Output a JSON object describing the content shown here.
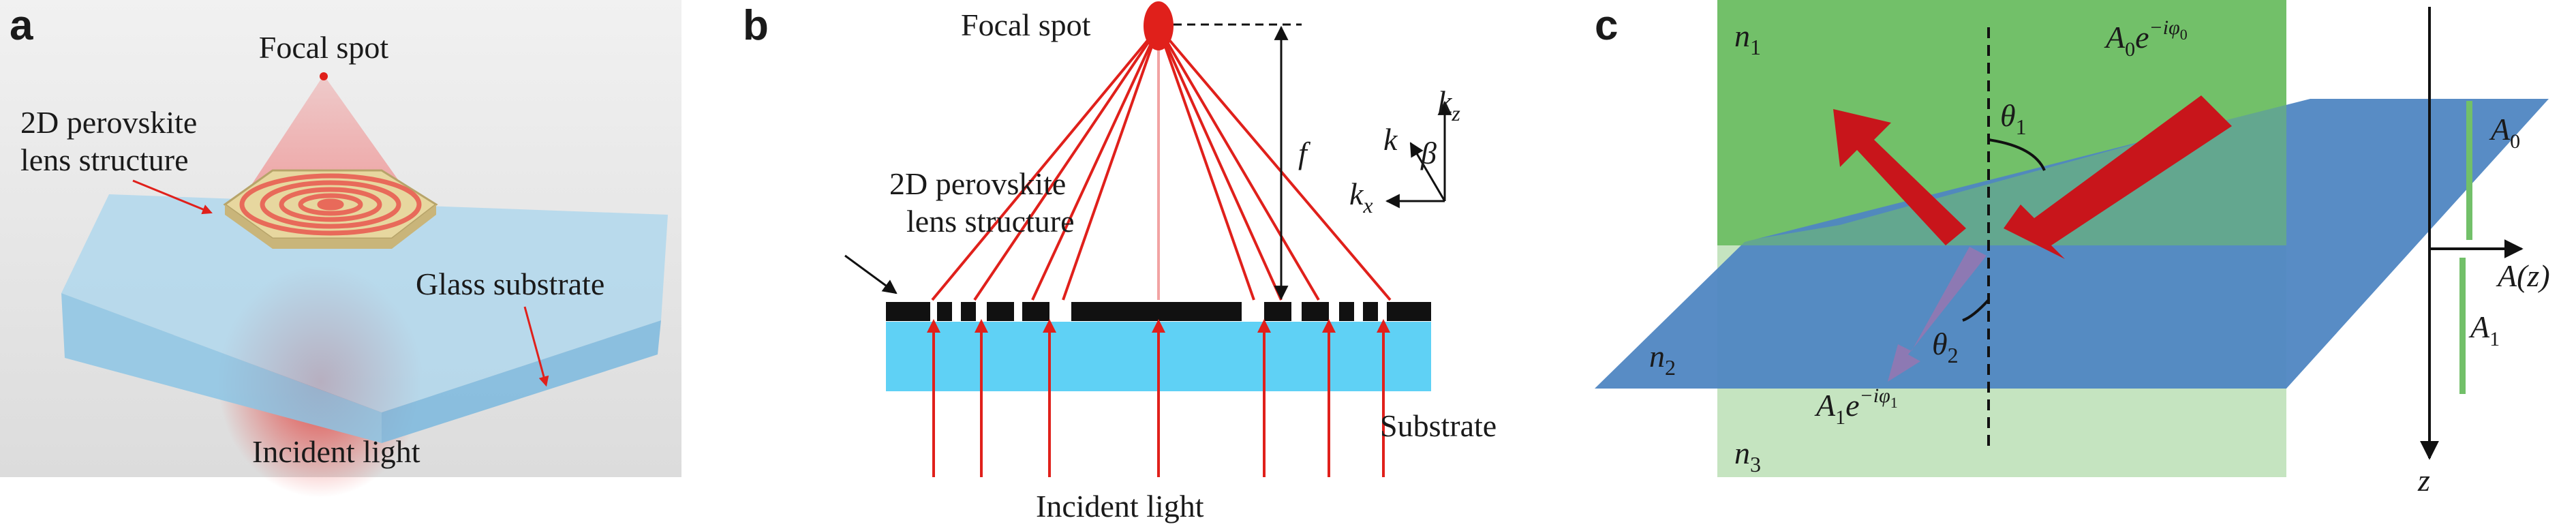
{
  "panels": {
    "a": {
      "letter": "a",
      "focal_spot": "Focal spot",
      "lens_label_line1": "2D perovskite",
      "lens_label_line2": "lens structure",
      "glass_label": "Glass substrate",
      "incident_label": "Incident light"
    },
    "b": {
      "letter": "b",
      "focal_spot": "Focal spot",
      "lens_label_line1": "2D perovskite",
      "lens_label_line2": "lens structure",
      "substrate_label": "Substrate",
      "incident_label": "Incident light",
      "focal_length": "f",
      "axis_k": "k",
      "axis_kz": "k",
      "axis_kz_sub": "z",
      "axis_kx": "k",
      "axis_kx_sub": "x",
      "angle_beta": "β"
    },
    "c": {
      "letter": "c",
      "n1": "n",
      "n1_sub": "1",
      "n2": "n",
      "n2_sub": "2",
      "n3": "n",
      "n3_sub": "3",
      "theta1": "θ",
      "theta1_sub": "1",
      "theta2": "θ",
      "theta2_sub": "2",
      "incident_amp": "A",
      "incident_amp_sub": "0",
      "incident_exp": "e",
      "incident_exp_sup": "−iφ",
      "incident_exp_sup_sub": "0",
      "reflected_amp": "A",
      "reflected_amp_sub": "1",
      "reflected_exp": "e",
      "reflected_exp_sup": "−iφ",
      "reflected_exp_sup_sub": "1",
      "axis_label": "A(z)",
      "z_label": "z",
      "bar_A0": "A",
      "bar_A0_sub": "0",
      "bar_A1": "A",
      "bar_A1_sub": "1"
    }
  },
  "colors": {
    "red": "#e0201b",
    "glass_blue": "#a9d6ee",
    "substrate_blue": "#5fd1f5",
    "lens_gold": "#e7d79f",
    "green": "#72c069",
    "light_green": "#c5e4c0",
    "plane_blue": "#4f86c2",
    "arrow_red": "#c8151b",
    "arrow_purple": "#8d79b3"
  }
}
